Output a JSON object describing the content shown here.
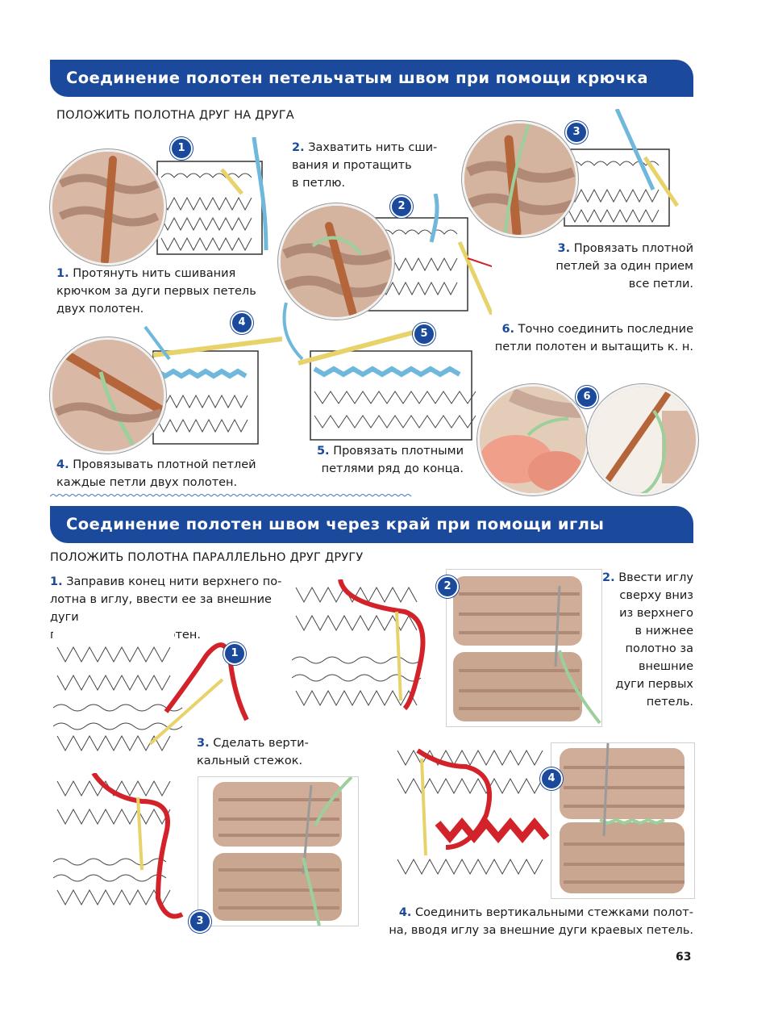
{
  "section1": {
    "title": "Соединение полотен петельчатым швом при помощи крючка",
    "subtitle": "ПОЛОЖИТЬ ПОЛОТНА ДРУГ НА ДРУГА",
    "steps": [
      {
        "num": "1",
        "num_label": "1.",
        "lines": [
          "Протянуть нить сшивания",
          "крючком за дуги первых  петель",
          "двух полотен."
        ]
      },
      {
        "num": "2",
        "num_label": "2.",
        "lines": [
          "Захватить нить сши-",
          "вания и протащить",
          "в петлю."
        ]
      },
      {
        "num": "3",
        "num_label": "3.",
        "lines": [
          "Провязать плотной",
          "петлей за один прием",
          "все петли."
        ]
      },
      {
        "num": "4",
        "num_label": "4.",
        "lines": [
          "Провязывать плотной петлей",
          "каждые петли двух полотен."
        ]
      },
      {
        "num": "5",
        "num_label": "5.",
        "lines": [
          "Провязать плотными",
          "петлями ряд до конца."
        ]
      },
      {
        "num": "6",
        "num_label": "6.",
        "lines": [
          "Точно соединить последние",
          "петли полотен и вытащить к. н."
        ]
      }
    ]
  },
  "section2": {
    "title": "Соединение полотен швом через край при помощи иглы",
    "subtitle": "ПОЛОЖИТЬ ПОЛОТНА ПАРАЛЛЕЛЬНО ДРУГ ДРУГУ",
    "steps": [
      {
        "num": "1",
        "num_label": "1.",
        "lines": [
          "Заправив конец нити верхнего по-",
          "лотна в иглу, ввести ее за внешние дуги",
          "первых петель полотен."
        ]
      },
      {
        "num": "2",
        "num_label": "2.",
        "lines": [
          "Ввести иглу",
          "сверху вниз",
          "из верхнего",
          "в нижнее",
          "полотно за",
          "внешние",
          "дуги первых",
          "петель."
        ]
      },
      {
        "num": "3",
        "num_label": "3.",
        "lines": [
          "Сделать верти-",
          "кальный стежок."
        ]
      },
      {
        "num": "4",
        "num_label": "4.",
        "lines": [
          "Соединить вертикальными стежками полот-",
          "на, вводя иглу за внешние дуги краевых петель."
        ]
      }
    ]
  },
  "page_number": "63",
  "colors": {
    "brand": "#1b4a9c",
    "yarn_red": "#d2232a",
    "yarn_blue": "#6fb8dc",
    "yarn_green": "#9ccf9c",
    "fabric": "#c8a998",
    "hook": "#b5653a",
    "needle": "#e8d36a"
  }
}
